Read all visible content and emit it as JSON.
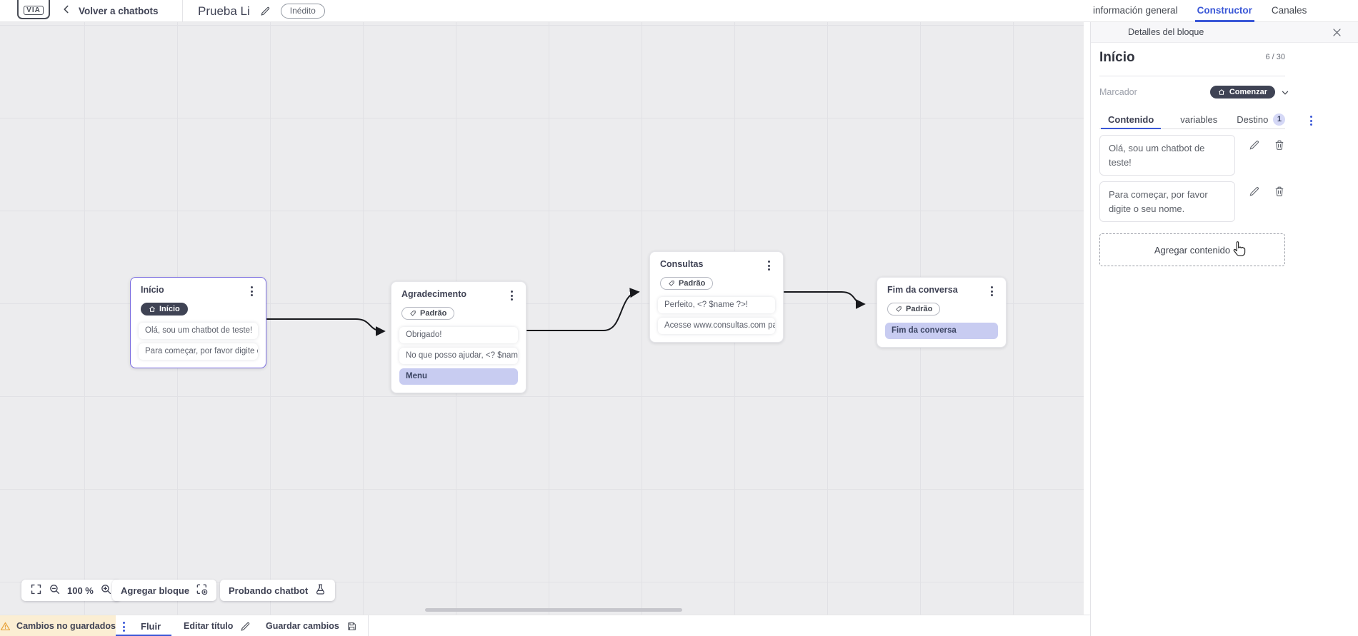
{
  "header": {
    "logo_text": "VIA",
    "back_label": "Volver a chatbots",
    "title": "Prueba Li",
    "status_badge": "Inédito",
    "tabs": [
      {
        "label": "información general"
      },
      {
        "label": "Constructor"
      },
      {
        "label": "Canales"
      }
    ]
  },
  "canvas": {
    "blocks": [
      {
        "title": "Início",
        "badge": "Início",
        "items": [
          {
            "text": "Olá, sou um chatbot de teste!"
          },
          {
            "text": "Para começar, por favor digite o ..."
          }
        ]
      },
      {
        "title": "Agradecimento",
        "badge": "Padrão",
        "items": [
          {
            "text": "Obrigado!"
          },
          {
            "text": "No que posso ajudar, <? $name ..."
          },
          {
            "text": "Menu"
          }
        ]
      },
      {
        "title": "Consultas",
        "badge": "Padrão",
        "items": [
          {
            "text": "Perfeito, <? $name ?>!"
          },
          {
            "text": "Acesse www.consultas.com par..."
          }
        ]
      },
      {
        "title": "Fim da conversa",
        "badge": "Padrão",
        "items": [
          {
            "text": "Fim da conversa"
          }
        ]
      }
    ],
    "toolbar": {
      "zoom_level": "100 %",
      "add_block_label": "Agregar bloque",
      "test_label": "Probando chatbot"
    }
  },
  "panel": {
    "header": "Detalles del bloque",
    "block_name": "Início",
    "char_counter": "6 / 30",
    "marker_label": "Marcador",
    "marker_value": "Comenzar",
    "tabs": {
      "content": "Contenido",
      "variables": "variables",
      "destination": "Destino",
      "destination_count": "1"
    },
    "contents": [
      {
        "text": "Olá, sou um chatbot de teste!"
      },
      {
        "text": "Para começar, por favor digite o seu nome."
      }
    ],
    "add_content_label": "Agregar contenido"
  },
  "footer": {
    "unsaved_label": "Cambios no guardados",
    "flow_tab": "Fluir",
    "edit_title_label": "Editar título",
    "save_label": "Guardar cambios"
  },
  "colors": {
    "accent_blue": "#3a57d7",
    "selection_violet": "#7b6ee0",
    "highlight_periwinkle": "#c8ccf1",
    "dark_badge": "#3f4354",
    "warning_bg": "#fbeed3",
    "canvas_bg": "#ececee"
  }
}
